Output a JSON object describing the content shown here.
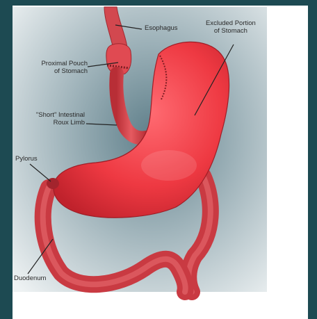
{
  "labels": {
    "esophagus": "Esophagus",
    "excluded_portion": "Excluded Portion\nof Stomach",
    "proximal_pouch": "Proximal Pouch\nof Stomach",
    "roux_limb": "\"Short\" Intestinal\nRoux Limb",
    "pylorus": "Pylorus",
    "duodenum": "Duodenum"
  },
  "colors": {
    "frame_background": "#1d4a52",
    "slide_background": "#ffffff",
    "stomach_red": "#ef3a44",
    "intestine_red": "#d8434b",
    "shadow_blue": "#7f9aa3"
  }
}
